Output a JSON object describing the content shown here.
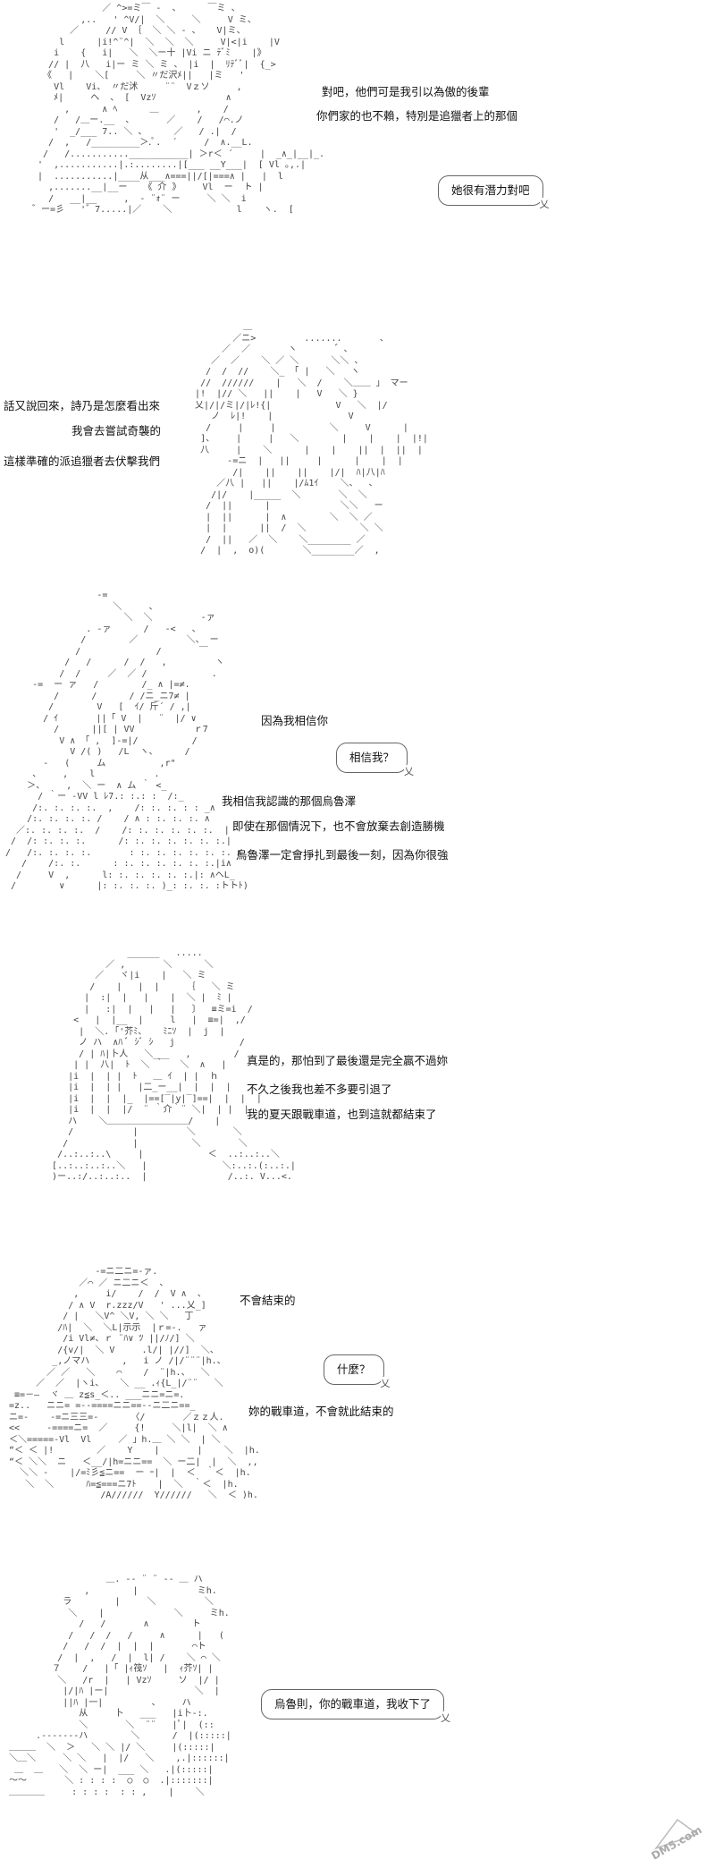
{
  "panels": [
    {
      "lines": [
        "對吧，他們可是我引以為傲的後輩",
        "你們家的也不賴，特別是追獵者上的那個"
      ],
      "bubble": "她很有潛力對吧"
    },
    {
      "lines": [
        "話又說回來，詩乃是怎麼看出來",
        "我會去嘗試奇襲的",
        "這樣準確的派追獵者去伏擊我們"
      ]
    },
    {
      "line_top": "因為我相信你",
      "bubble": "相信我？",
      "lines": [
        "我相信我認識的那個烏魯澤",
        "即使在那個情況下，也不會放棄去創造勝機",
        "烏魯澤一定會掙扎到最後一刻，因為你很強"
      ]
    },
    {
      "lines": [
        "真是的，那怕到了最後還是完全贏不過妳",
        "不久之後我也差不多要引退了",
        "我的夏天跟戰車道，也到這就都結束了"
      ]
    },
    {
      "line_top": "不會結束的",
      "bubble": "什麼？",
      "lines": [
        "妳的戰車道，不會就此結束的"
      ]
    },
    {
      "bubble": "烏魯則，你的戰車道，我收下了"
    }
  ],
  "watermark": "DM5.com"
}
